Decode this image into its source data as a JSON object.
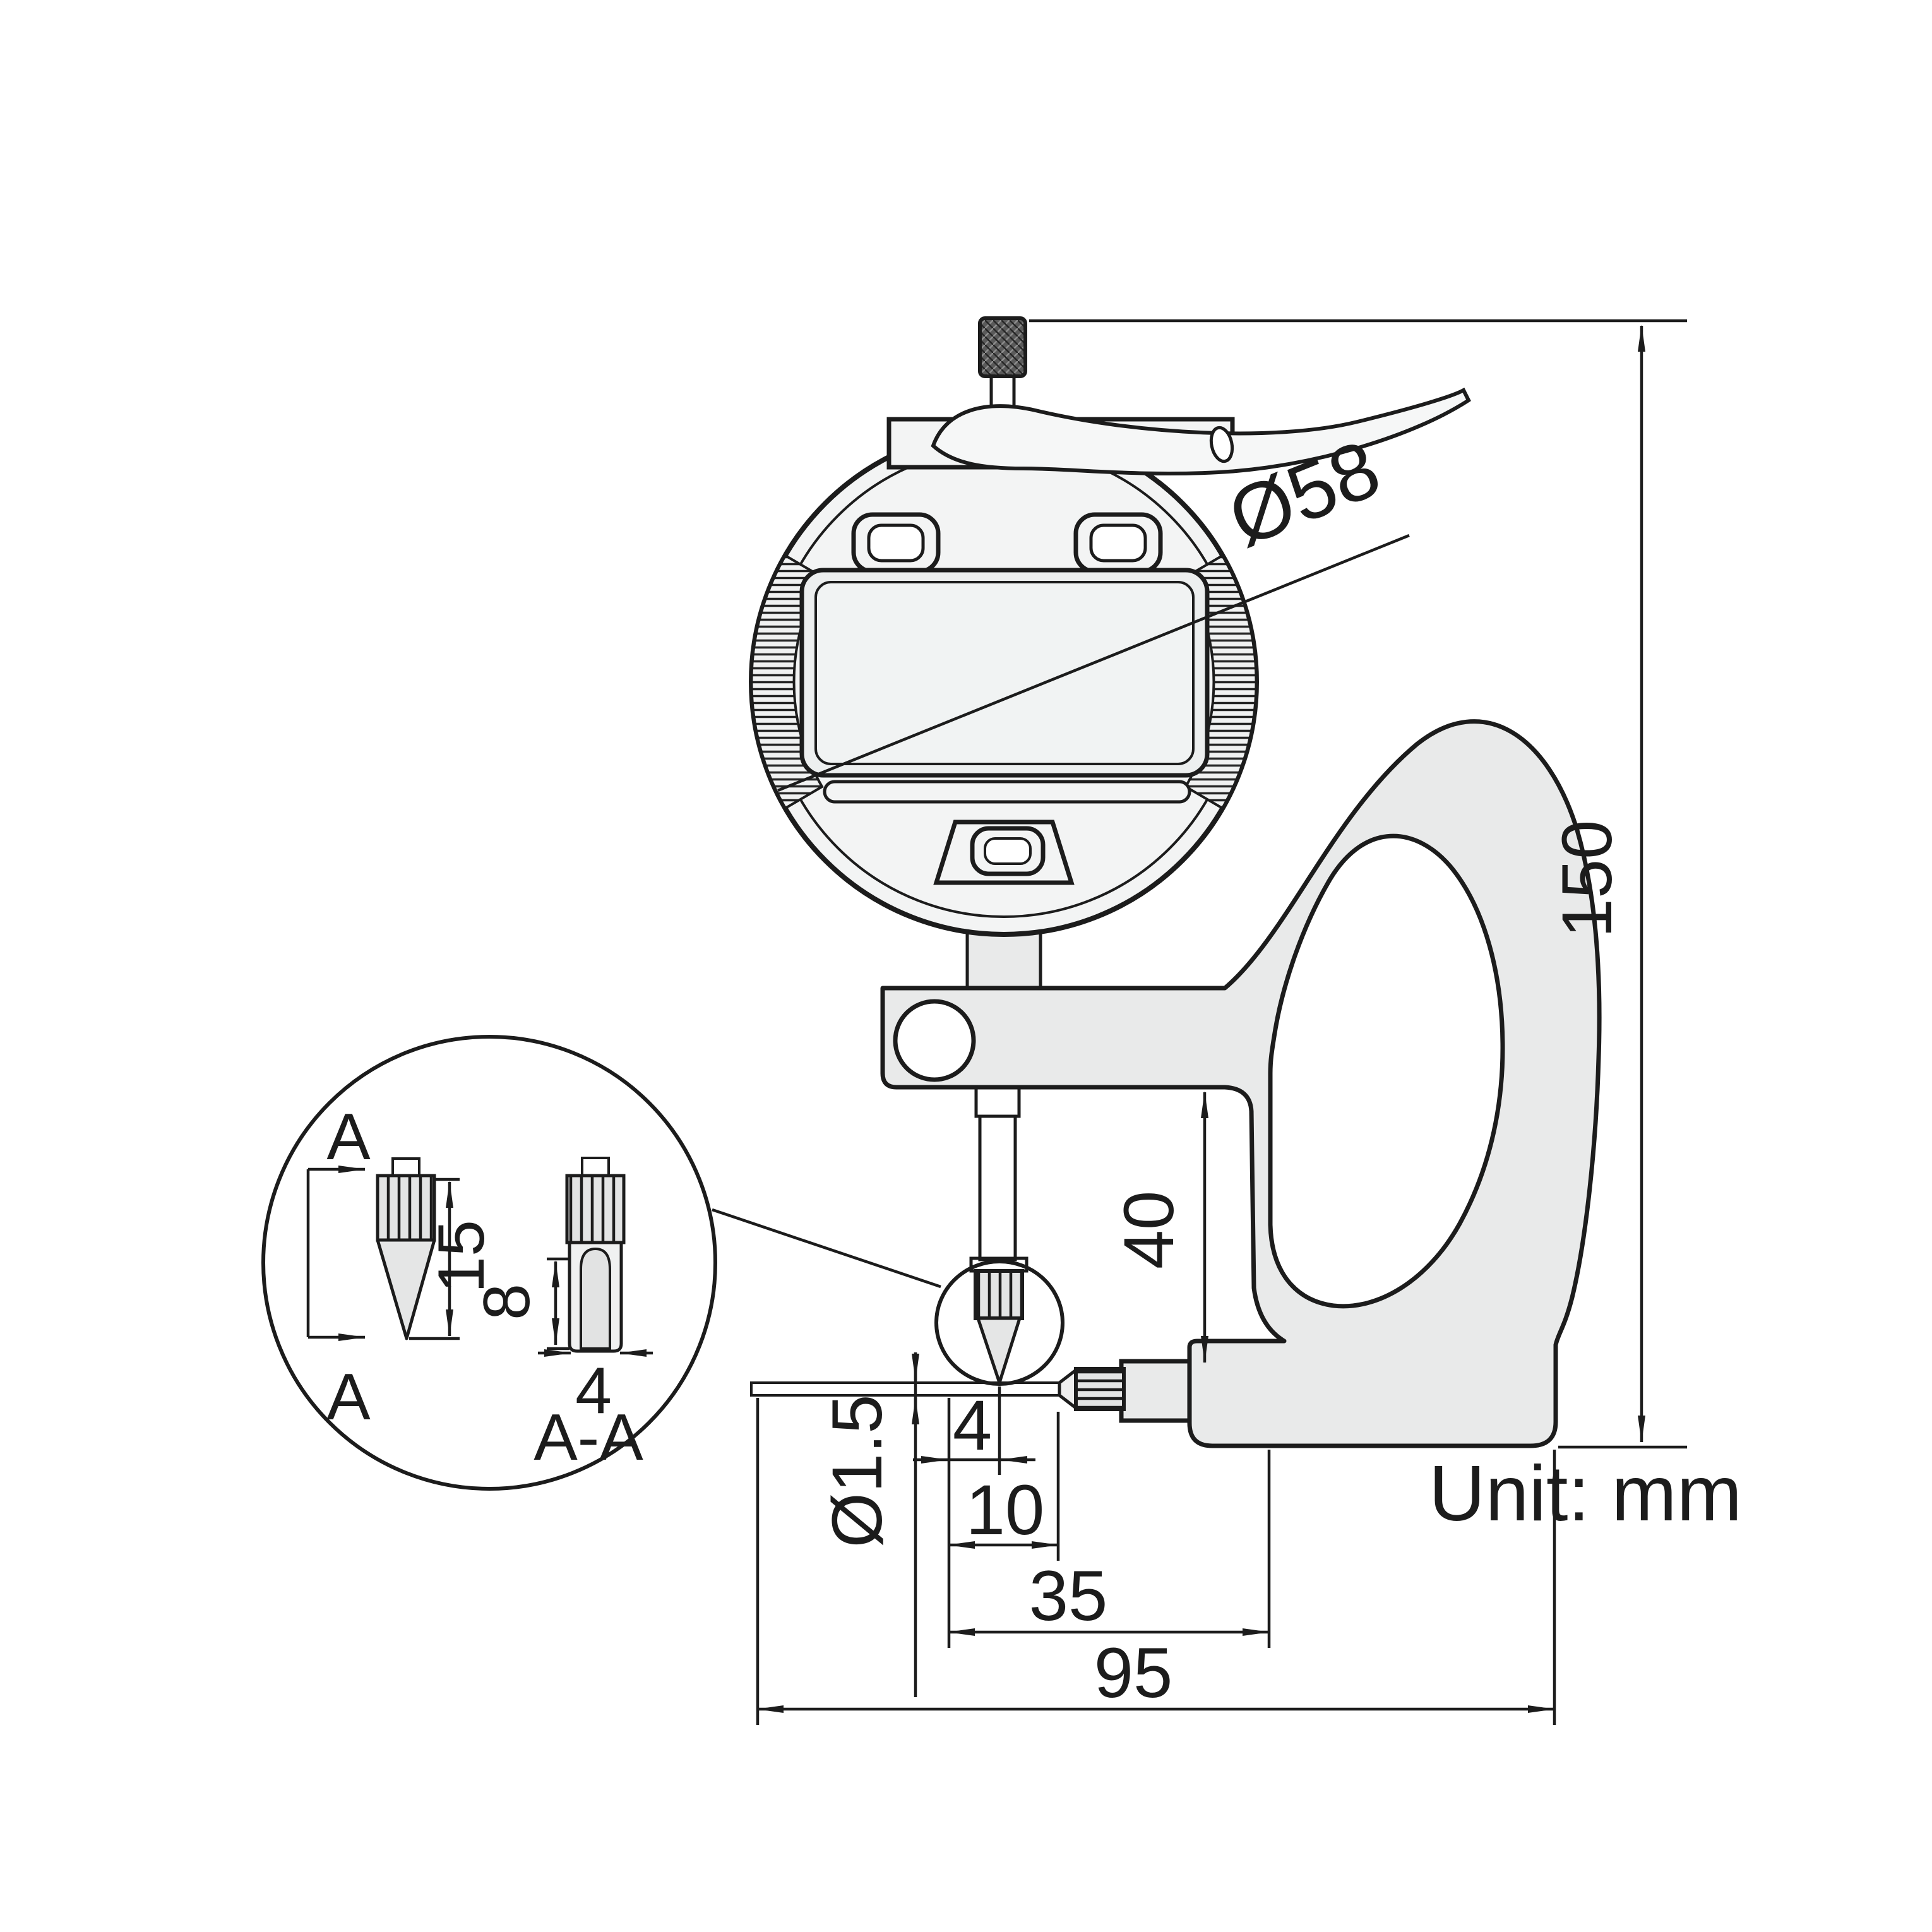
{
  "title": {
    "unit_label": "Unit: mm"
  },
  "drawing": {
    "type": "technical-diagram",
    "subject": "digital dial thickness gauge, dimensioned outline drawing",
    "dimensions": {
      "dial_diameter": "Ø58",
      "overall_height": "150",
      "throat_clearance": "40",
      "anvil_diameter": "Ø1.5",
      "tip_to_step": "4",
      "step_to_collar": "10",
      "throat_depth": "35",
      "overall_width": "95"
    },
    "detail_view": {
      "section_label_top": "A",
      "section_label_bottom": "A",
      "section_title": "A-A",
      "pointed_tip_length": "15",
      "flat_tip_length": "8",
      "flat_tip_width": "4"
    }
  }
}
